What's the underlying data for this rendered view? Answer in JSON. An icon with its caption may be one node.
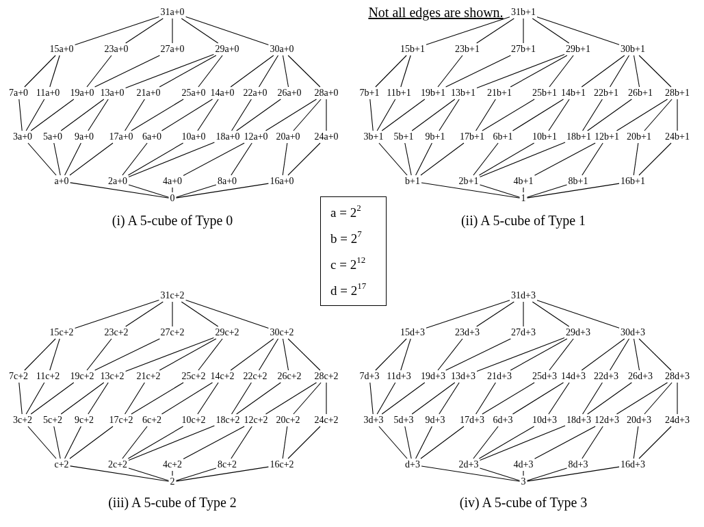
{
  "diagram": {
    "nodes": [
      {
        "text": [
          "31a+0"
        ]
      },
      {
        "text": [
          "15a+0"
        ]
      },
      {
        "text": [
          "23a+0"
        ]
      },
      {
        "text": [
          "27a+0"
        ]
      },
      {
        "text": [
          "29a+0"
        ]
      },
      {
        "text": [
          "30a+0"
        ]
      },
      {
        "text": [
          "7a+0"
        ]
      },
      {
        "text": [
          "11a+0"
        ]
      },
      {
        "text": [
          "19a+0"
        ]
      },
      {
        "text": [
          "13a+0"
        ]
      },
      {
        "text": [
          "21a+0"
        ]
      },
      {
        "text": [
          "25a+0"
        ]
      },
      {
        "text": [
          "14a+0"
        ]
      },
      {
        "text": [
          "22a+0"
        ]
      },
      {
        "text": [
          "26a+0"
        ]
      },
      {
        "text": [
          "28a+0"
        ]
      },
      {
        "text": [
          "3a+0"
        ]
      },
      {
        "text": [
          "5a+0"
        ]
      },
      {
        "text": [
          "9a+0"
        ]
      },
      {
        "text": [
          "17a+0"
        ]
      },
      {
        "text": [
          "6a+0"
        ]
      },
      {
        "text": [
          "10a+0"
        ]
      },
      {
        "text": [
          "18a+0"
        ]
      },
      {
        "text": [
          "12a+0"
        ]
      },
      {
        "text": [
          "20a+0"
        ]
      },
      {
        "text": [
          "24a+0"
        ]
      },
      {
        "text": [
          "a+0"
        ]
      },
      {
        "text": [
          "2a+0"
        ]
      },
      {
        "text": [
          "4a+0"
        ]
      },
      {
        "text": [
          "8a+0"
        ]
      },
      {
        "text": [
          "16a+0"
        ]
      },
      {
        "text": [
          "0"
        ]
      },
      {
        "text": [
          "31b+1"
        ]
      },
      {
        "text": [
          "15b+1"
        ]
      },
      {
        "text": [
          "23b+1"
        ]
      },
      {
        "text": [
          "27b+1"
        ]
      },
      {
        "text": [
          "29b+1"
        ]
      },
      {
        "text": [
          "30b+1"
        ]
      },
      {
        "text": [
          "7b+1"
        ]
      },
      {
        "text": [
          "11b+1"
        ]
      },
      {
        "text": [
          "19b+1"
        ]
      },
      {
        "text": [
          "13b+1"
        ]
      },
      {
        "text": [
          "21b+1"
        ]
      },
      {
        "text": [
          "25b+1"
        ]
      },
      {
        "text": [
          "14b+1"
        ]
      },
      {
        "text": [
          "22b+1"
        ]
      },
      {
        "text": [
          "26b+1"
        ]
      },
      {
        "text": [
          "28b+1"
        ]
      },
      {
        "text": [
          "3b+1"
        ]
      },
      {
        "text": [
          "5b+1"
        ]
      },
      {
        "text": [
          "9b+1"
        ]
      },
      {
        "text": [
          "17b+1"
        ]
      },
      {
        "text": [
          "6b+1"
        ]
      },
      {
        "text": [
          "10b+1"
        ]
      },
      {
        "text": [
          "18b+1"
        ]
      },
      {
        "text": [
          "12b+1"
        ]
      },
      {
        "text": [
          "20b+1"
        ]
      },
      {
        "text": [
          "24b+1"
        ]
      },
      {
        "text": [
          "b+1"
        ]
      },
      {
        "text": [
          "2b+1"
        ]
      },
      {
        "text": [
          "4b+1"
        ]
      },
      {
        "text": [
          "8b+1"
        ]
      },
      {
        "text": [
          "16b+1"
        ]
      },
      {
        "text": [
          "1"
        ]
      },
      {
        "text": [
          "31c+2"
        ]
      },
      {
        "text": [
          "15c+2"
        ]
      },
      {
        "text": [
          "23c+2"
        ]
      },
      {
        "text": [
          "27c+2"
        ]
      },
      {
        "text": [
          "29c+2"
        ]
      },
      {
        "text": [
          "30c+2"
        ]
      },
      {
        "text": [
          "7c+2"
        ]
      },
      {
        "text": [
          "11c+2"
        ]
      },
      {
        "text": [
          "19c+2"
        ]
      },
      {
        "text": [
          "13c+2"
        ]
      },
      {
        "text": [
          "21c+2"
        ]
      },
      {
        "text": [
          "25c+2"
        ]
      },
      {
        "text": [
          "14c+2"
        ]
      },
      {
        "text": [
          "22c+2"
        ]
      },
      {
        "text": [
          "26c+2"
        ]
      },
      {
        "text": [
          "28c+2"
        ]
      },
      {
        "text": [
          "3c+2"
        ]
      },
      {
        "text": [
          "5c+2"
        ]
      },
      {
        "text": [
          "9c+2"
        ]
      },
      {
        "text": [
          "17c+2"
        ]
      },
      {
        "text": [
          "6c+2"
        ]
      },
      {
        "text": [
          "10c+2"
        ]
      },
      {
        "text": [
          "18c+2"
        ]
      },
      {
        "text": [
          "12c+2"
        ]
      },
      {
        "text": [
          "20c+2"
        ]
      },
      {
        "text": [
          "24c+2"
        ]
      },
      {
        "text": [
          "c+2"
        ]
      },
      {
        "text": [
          "2c+2"
        ]
      },
      {
        "text": [
          "4c+2"
        ]
      },
      {
        "text": [
          "8c+2"
        ]
      },
      {
        "text": [
          "16c+2"
        ]
      },
      {
        "text": [
          "2"
        ]
      },
      {
        "text": [
          "31d+3"
        ]
      },
      {
        "text": [
          "15d+3"
        ]
      },
      {
        "text": [
          "23d+3"
        ]
      },
      {
        "text": [
          "27d+3"
        ]
      },
      {
        "text": [
          "29d+3"
        ]
      },
      {
        "text": [
          "30d+3"
        ]
      },
      {
        "text": [
          "7d+3"
        ]
      },
      {
        "text": [
          "11d+3"
        ]
      },
      {
        "text": [
          "19d+3"
        ]
      },
      {
        "text": [
          "13d+3"
        ]
      },
      {
        "text": [
          "21d+3"
        ]
      },
      {
        "text": [
          "25d+3"
        ]
      },
      {
        "text": [
          "14d+3"
        ]
      },
      {
        "text": [
          "22d+3"
        ]
      },
      {
        "text": [
          "26d+3"
        ]
      },
      {
        "text": [
          "28d+3"
        ]
      },
      {
        "text": [
          "3d+3"
        ]
      },
      {
        "text": [
          "5d+3"
        ]
      },
      {
        "text": [
          "9d+3"
        ]
      },
      {
        "text": [
          "17d+3"
        ]
      },
      {
        "text": [
          "6d+3"
        ]
      },
      {
        "text": [
          "10d+3"
        ]
      },
      {
        "text": [
          "18d+3"
        ]
      },
      {
        "text": [
          "12d+3"
        ]
      },
      {
        "text": [
          "20d+3"
        ]
      },
      {
        "text": [
          "24d+3"
        ]
      },
      {
        "text": [
          "d+3"
        ]
      },
      {
        "text": [
          "2d+3"
        ]
      },
      {
        "text": [
          "4d+3"
        ]
      },
      {
        "text": [
          "8d+3"
        ]
      },
      {
        "text": [
          "16d+3"
        ]
      },
      {
        "text": [
          "3"
        ]
      },
      {
        "text": [
          "a = 2$^{2}$",
          "b = 2$^{7}$",
          "c = 2$^{12}$",
          "d = 2$^{17}$"
        ]
      }
    ],
    "edges": [
      {
        "from": 0,
        "to": 1,
        "arrow": "none"
      },
      {
        "from": 0,
        "to": 2,
        "arrow": "none"
      },
      {
        "from": 0,
        "to": 3,
        "arrow": "none"
      },
      {
        "from": 0,
        "to": 4,
        "arrow": "none"
      },
      {
        "from": 0,
        "to": 5,
        "arrow": "none"
      },
      {
        "from": 1,
        "to": 6,
        "arrow": "none"
      },
      {
        "from": 1,
        "to": 7,
        "arrow": "none"
      },
      {
        "from": 2,
        "to": 8,
        "arrow": "none"
      },
      {
        "from": 3,
        "to": 8,
        "arrow": "none"
      },
      {
        "from": 4,
        "to": 9,
        "arrow": "none"
      },
      {
        "from": 4,
        "to": 10,
        "arrow": "none"
      },
      {
        "from": 4,
        "to": 11,
        "arrow": "none"
      },
      {
        "from": 5,
        "to": 12,
        "arrow": "none"
      },
      {
        "from": 5,
        "to": 13,
        "arrow": "none"
      },
      {
        "from": 5,
        "to": 14,
        "arrow": "none"
      },
      {
        "from": 5,
        "to": 15,
        "arrow": "none"
      },
      {
        "from": 6,
        "to": 16,
        "arrow": "none"
      },
      {
        "from": 7,
        "to": 16,
        "arrow": "none"
      },
      {
        "from": 8,
        "to": 16,
        "arrow": "none"
      },
      {
        "from": 9,
        "to": 17,
        "arrow": "none"
      },
      {
        "from": 9,
        "to": 18,
        "arrow": "none"
      },
      {
        "from": 10,
        "to": 19,
        "arrow": "none"
      },
      {
        "from": 11,
        "to": 19,
        "arrow": "none"
      },
      {
        "from": 12,
        "to": 20,
        "arrow": "none"
      },
      {
        "from": 12,
        "to": 21,
        "arrow": "none"
      },
      {
        "from": 13,
        "to": 22,
        "arrow": "none"
      },
      {
        "from": 14,
        "to": 22,
        "arrow": "none"
      },
      {
        "from": 15,
        "to": 23,
        "arrow": "none"
      },
      {
        "from": 15,
        "to": 24,
        "arrow": "none"
      },
      {
        "from": 15,
        "to": 25,
        "arrow": "none"
      },
      {
        "from": 16,
        "to": 26,
        "arrow": "none"
      },
      {
        "from": 17,
        "to": 26,
        "arrow": "none"
      },
      {
        "from": 18,
        "to": 26,
        "arrow": "none"
      },
      {
        "from": 19,
        "to": 26,
        "arrow": "none"
      },
      {
        "from": 20,
        "to": 27,
        "arrow": "none"
      },
      {
        "from": 21,
        "to": 27,
        "arrow": "none"
      },
      {
        "from": 22,
        "to": 27,
        "arrow": "none"
      },
      {
        "from": 23,
        "to": 28,
        "arrow": "none"
      },
      {
        "from": 23,
        "to": 29,
        "arrow": "none"
      },
      {
        "from": 24,
        "to": 30,
        "arrow": "none"
      },
      {
        "from": 25,
        "to": 30,
        "arrow": "none"
      },
      {
        "from": 26,
        "to": 31,
        "arrow": "none"
      },
      {
        "from": 27,
        "to": 31,
        "arrow": "none"
      },
      {
        "from": 28,
        "to": 31,
        "arrow": "none"
      },
      {
        "from": 29,
        "to": 31,
        "arrow": "none"
      },
      {
        "from": 30,
        "to": 31,
        "arrow": "none"
      },
      {
        "from": 32,
        "to": 33,
        "arrow": "none"
      },
      {
        "from": 32,
        "to": 34,
        "arrow": "none"
      },
      {
        "from": 32,
        "to": 35,
        "arrow": "none"
      },
      {
        "from": 32,
        "to": 36,
        "arrow": "none"
      },
      {
        "from": 32,
        "to": 37,
        "arrow": "none"
      },
      {
        "from": 33,
        "to": 38,
        "arrow": "none"
      },
      {
        "from": 33,
        "to": 39,
        "arrow": "none"
      },
      {
        "from": 34,
        "to": 40,
        "arrow": "none"
      },
      {
        "from": 35,
        "to": 40,
        "arrow": "none"
      },
      {
        "from": 36,
        "to": 41,
        "arrow": "none"
      },
      {
        "from": 36,
        "to": 42,
        "arrow": "none"
      },
      {
        "from": 36,
        "to": 43,
        "arrow": "none"
      },
      {
        "from": 37,
        "to": 44,
        "arrow": "none"
      },
      {
        "from": 37,
        "to": 45,
        "arrow": "none"
      },
      {
        "from": 37,
        "to": 46,
        "arrow": "none"
      },
      {
        "from": 37,
        "to": 47,
        "arrow": "none"
      },
      {
        "from": 38,
        "to": 48,
        "arrow": "none"
      },
      {
        "from": 39,
        "to": 48,
        "arrow": "none"
      },
      {
        "from": 40,
        "to": 48,
        "arrow": "none"
      },
      {
        "from": 41,
        "to": 49,
        "arrow": "none"
      },
      {
        "from": 41,
        "to": 50,
        "arrow": "none"
      },
      {
        "from": 42,
        "to": 51,
        "arrow": "none"
      },
      {
        "from": 43,
        "to": 51,
        "arrow": "none"
      },
      {
        "from": 44,
        "to": 52,
        "arrow": "none"
      },
      {
        "from": 44,
        "to": 53,
        "arrow": "none"
      },
      {
        "from": 45,
        "to": 54,
        "arrow": "none"
      },
      {
        "from": 46,
        "to": 54,
        "arrow": "none"
      },
      {
        "from": 47,
        "to": 55,
        "arrow": "none"
      },
      {
        "from": 47,
        "to": 56,
        "arrow": "none"
      },
      {
        "from": 47,
        "to": 57,
        "arrow": "none"
      },
      {
        "from": 48,
        "to": 58,
        "arrow": "none"
      },
      {
        "from": 49,
        "to": 58,
        "arrow": "none"
      },
      {
        "from": 50,
        "to": 58,
        "arrow": "none"
      },
      {
        "from": 51,
        "to": 58,
        "arrow": "none"
      },
      {
        "from": 52,
        "to": 59,
        "arrow": "none"
      },
      {
        "from": 53,
        "to": 59,
        "arrow": "none"
      },
      {
        "from": 54,
        "to": 59,
        "arrow": "none"
      },
      {
        "from": 55,
        "to": 60,
        "arrow": "none"
      },
      {
        "from": 55,
        "to": 61,
        "arrow": "none"
      },
      {
        "from": 56,
        "to": 62,
        "arrow": "none"
      },
      {
        "from": 57,
        "to": 62,
        "arrow": "none"
      },
      {
        "from": 58,
        "to": 63,
        "arrow": "none"
      },
      {
        "from": 59,
        "to": 63,
        "arrow": "none"
      },
      {
        "from": 60,
        "to": 63,
        "arrow": "none"
      },
      {
        "from": 61,
        "to": 63,
        "arrow": "none"
      },
      {
        "from": 62,
        "to": 63,
        "arrow": "none"
      },
      {
        "from": 64,
        "to": 65,
        "arrow": "none"
      },
      {
        "from": 64,
        "to": 66,
        "arrow": "none"
      },
      {
        "from": 64,
        "to": 67,
        "arrow": "none"
      },
      {
        "from": 64,
        "to": 68,
        "arrow": "none"
      },
      {
        "from": 64,
        "to": 69,
        "arrow": "none"
      },
      {
        "from": 65,
        "to": 70,
        "arrow": "none"
      },
      {
        "from": 65,
        "to": 71,
        "arrow": "none"
      },
      {
        "from": 66,
        "to": 72,
        "arrow": "none"
      },
      {
        "from": 67,
        "to": 72,
        "arrow": "none"
      },
      {
        "from": 68,
        "to": 73,
        "arrow": "none"
      },
      {
        "from": 68,
        "to": 74,
        "arrow": "none"
      },
      {
        "from": 68,
        "to": 75,
        "arrow": "none"
      },
      {
        "from": 69,
        "to": 76,
        "arrow": "none"
      },
      {
        "from": 69,
        "to": 77,
        "arrow": "none"
      },
      {
        "from": 69,
        "to": 78,
        "arrow": "none"
      },
      {
        "from": 69,
        "to": 79,
        "arrow": "none"
      },
      {
        "from": 70,
        "to": 80,
        "arrow": "none"
      },
      {
        "from": 71,
        "to": 80,
        "arrow": "none"
      },
      {
        "from": 72,
        "to": 80,
        "arrow": "none"
      },
      {
        "from": 73,
        "to": 81,
        "arrow": "none"
      },
      {
        "from": 73,
        "to": 82,
        "arrow": "none"
      },
      {
        "from": 74,
        "to": 83,
        "arrow": "none"
      },
      {
        "from": 75,
        "to": 83,
        "arrow": "none"
      },
      {
        "from": 76,
        "to": 84,
        "arrow": "none"
      },
      {
        "from": 76,
        "to": 85,
        "arrow": "none"
      },
      {
        "from": 77,
        "to": 86,
        "arrow": "none"
      },
      {
        "from": 78,
        "to": 86,
        "arrow": "none"
      },
      {
        "from": 79,
        "to": 87,
        "arrow": "none"
      },
      {
        "from": 79,
        "to": 88,
        "arrow": "none"
      },
      {
        "from": 79,
        "to": 89,
        "arrow": "none"
      },
      {
        "from": 80,
        "to": 90,
        "arrow": "none"
      },
      {
        "from": 81,
        "to": 90,
        "arrow": "none"
      },
      {
        "from": 82,
        "to": 90,
        "arrow": "none"
      },
      {
        "from": 83,
        "to": 90,
        "arrow": "none"
      },
      {
        "from": 84,
        "to": 91,
        "arrow": "none"
      },
      {
        "from": 85,
        "to": 91,
        "arrow": "none"
      },
      {
        "from": 86,
        "to": 91,
        "arrow": "none"
      },
      {
        "from": 87,
        "to": 92,
        "arrow": "none"
      },
      {
        "from": 87,
        "to": 93,
        "arrow": "none"
      },
      {
        "from": 88,
        "to": 94,
        "arrow": "none"
      },
      {
        "from": 89,
        "to": 94,
        "arrow": "none"
      },
      {
        "from": 90,
        "to": 95,
        "arrow": "none"
      },
      {
        "from": 91,
        "to": 95,
        "arrow": "none"
      },
      {
        "from": 92,
        "to": 95,
        "arrow": "none"
      },
      {
        "from": 93,
        "to": 95,
        "arrow": "none"
      },
      {
        "from": 94,
        "to": 95,
        "arrow": "none"
      },
      {
        "from": 96,
        "to": 97,
        "arrow": "none"
      },
      {
        "from": 96,
        "to": 98,
        "arrow": "none"
      },
      {
        "from": 96,
        "to": 99,
        "arrow": "none"
      },
      {
        "from": 96,
        "to": 100,
        "arrow": "none"
      },
      {
        "from": 96,
        "to": 101,
        "arrow": "none"
      },
      {
        "from": 97,
        "to": 102,
        "arrow": "none"
      },
      {
        "from": 97,
        "to": 103,
        "arrow": "none"
      },
      {
        "from": 98,
        "to": 104,
        "arrow": "none"
      },
      {
        "from": 99,
        "to": 104,
        "arrow": "none"
      },
      {
        "from": 100,
        "to": 105,
        "arrow": "none"
      },
      {
        "from": 100,
        "to": 106,
        "arrow": "none"
      },
      {
        "from": 100,
        "to": 107,
        "arrow": "none"
      },
      {
        "from": 101,
        "to": 108,
        "arrow": "none"
      },
      {
        "from": 101,
        "to": 109,
        "arrow": "none"
      },
      {
        "from": 101,
        "to": 110,
        "arrow": "none"
      },
      {
        "from": 101,
        "to": 111,
        "arrow": "none"
      },
      {
        "from": 102,
        "to": 112,
        "arrow": "none"
      },
      {
        "from": 103,
        "to": 112,
        "arrow": "none"
      },
      {
        "from": 104,
        "to": 112,
        "arrow": "none"
      },
      {
        "from": 105,
        "to": 113,
        "arrow": "none"
      },
      {
        "from": 105,
        "to": 114,
        "arrow": "none"
      },
      {
        "from": 106,
        "to": 115,
        "arrow": "none"
      },
      {
        "from": 107,
        "to": 115,
        "arrow": "none"
      },
      {
        "from": 108,
        "to": 116,
        "arrow": "none"
      },
      {
        "from": 108,
        "to": 117,
        "arrow": "none"
      },
      {
        "from": 109,
        "to": 118,
        "arrow": "none"
      },
      {
        "from": 110,
        "to": 118,
        "arrow": "none"
      },
      {
        "from": 111,
        "to": 119,
        "arrow": "none"
      },
      {
        "from": 111,
        "to": 120,
        "arrow": "none"
      },
      {
        "from": 111,
        "to": 121,
        "arrow": "none"
      },
      {
        "from": 112,
        "to": 122,
        "arrow": "none"
      },
      {
        "from": 113,
        "to": 122,
        "arrow": "none"
      },
      {
        "from": 114,
        "to": 122,
        "arrow": "none"
      },
      {
        "from": 115,
        "to": 122,
        "arrow": "none"
      },
      {
        "from": 116,
        "to": 123,
        "arrow": "none"
      },
      {
        "from": 117,
        "to": 123,
        "arrow": "none"
      },
      {
        "from": 118,
        "to": 123,
        "arrow": "none"
      },
      {
        "from": 119,
        "to": 124,
        "arrow": "none"
      },
      {
        "from": 119,
        "to": 125,
        "arrow": "none"
      },
      {
        "from": 120,
        "to": 126,
        "arrow": "none"
      },
      {
        "from": 121,
        "to": 126,
        "arrow": "none"
      },
      {
        "from": 122,
        "to": 127,
        "arrow": "none"
      },
      {
        "from": 123,
        "to": 127,
        "arrow": "none"
      },
      {
        "from": 124,
        "to": 127,
        "arrow": "none"
      },
      {
        "from": 125,
        "to": 127,
        "arrow": "none"
      },
      {
        "from": 126,
        "to": 127,
        "arrow": "none"
      }
    ],
    "labels": [
      "Not all edges are shown.",
      "(i) A 5-cube of Type 0",
      "(ii) A 5-cube of Type 1",
      "(iii) A 5-cube of Type 2",
      "(iv) A 5-cube of Type 3"
    ]
  }
}
